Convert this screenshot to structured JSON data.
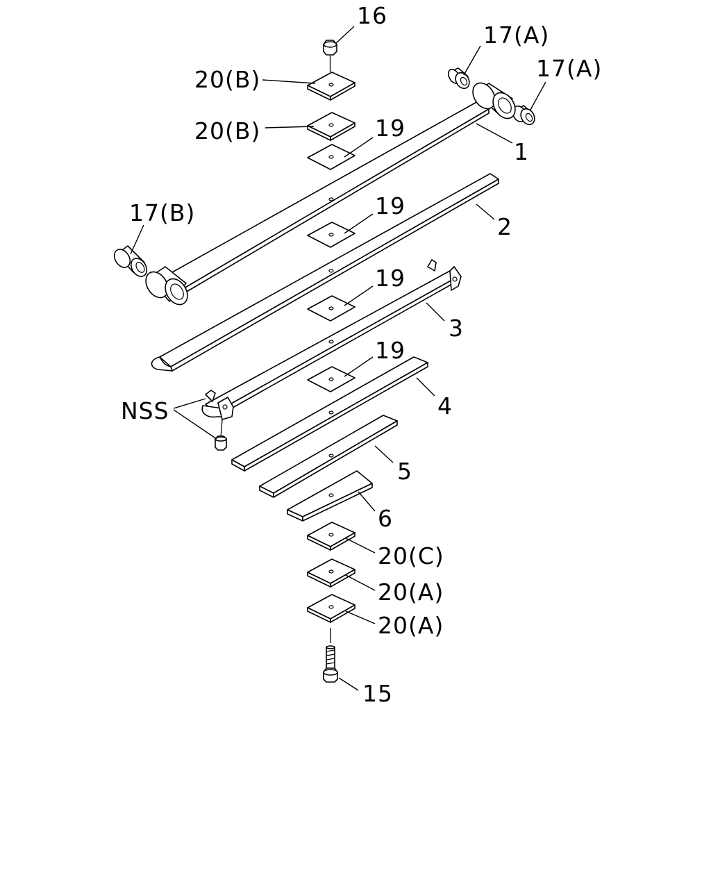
{
  "callouts": {
    "p16": "16",
    "p17a_1": "17(A)",
    "p17a_2": "17(A)",
    "p20b_1": "20(B)",
    "p20b_2": "20(B)",
    "p19_1": "19",
    "p1": "1",
    "p17b": "17(B)",
    "p19_2": "19",
    "p2": "2",
    "p19_3": "19",
    "p3": "3",
    "p19_4": "19",
    "nss": "NSS",
    "p4": "4",
    "p5": "5",
    "p6": "6",
    "p20c": "20(C)",
    "p20a_1": "20(A)",
    "p20a_2": "20(A)",
    "p15": "15"
  },
  "parts": [
    {
      "id": "1",
      "name": "main-leaf-with-eyes"
    },
    {
      "id": "2",
      "name": "second-leaf"
    },
    {
      "id": "3",
      "name": "third-leaf-with-clips"
    },
    {
      "id": "4",
      "name": "fourth-leaf"
    },
    {
      "id": "5",
      "name": "fifth-leaf"
    },
    {
      "id": "6",
      "name": "sixth-leaf"
    },
    {
      "id": "15",
      "name": "center-bolt"
    },
    {
      "id": "16",
      "name": "center-nut"
    },
    {
      "id": "17(A)",
      "name": "eye-bushing"
    },
    {
      "id": "17(B)",
      "name": "rear-eye-bushing"
    },
    {
      "id": "19",
      "name": "liner"
    },
    {
      "id": "20(A)",
      "name": "shim"
    },
    {
      "id": "20(B)",
      "name": "shim"
    },
    {
      "id": "20(C)",
      "name": "shim"
    }
  ]
}
